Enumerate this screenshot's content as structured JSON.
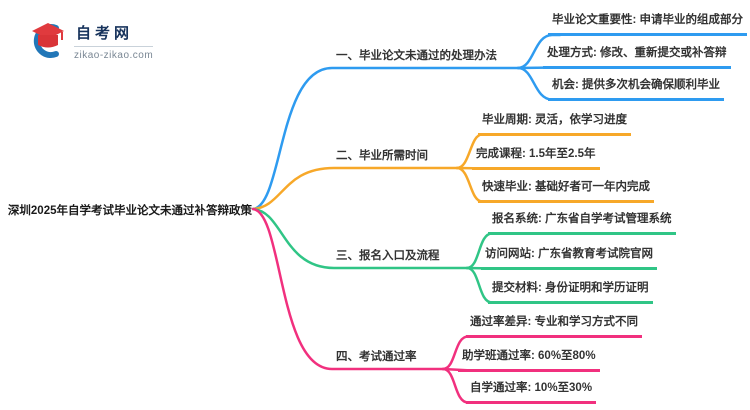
{
  "logo": {
    "title": "自考网",
    "domain": "zikao-zikao.com"
  },
  "central": {
    "title": "深圳2025年自学考试毕业论文未通过补答辩政策"
  },
  "colors": {
    "branch1_blue": "#2e9bf0",
    "branch2_orange": "#f7a829",
    "branch3_green": "#30c586",
    "branch4_pink": "#f1307e",
    "text": "#333333",
    "logo_navy": "#17335c",
    "logo_red": "#e03a3e",
    "logo_blue": "#2277b8"
  },
  "branches": [
    {
      "label": "一、毕业论文未通过的处理办法",
      "color": "#2e9bf0",
      "children": [
        "毕业论文重要性: 申请毕业的组成部分",
        "处理方式: 修改、重新提交或补答辩",
        "机会: 提供多次机会确保顺利毕业"
      ]
    },
    {
      "label": "二、毕业所需时间",
      "color": "#f7a829",
      "children": [
        "毕业周期: 灵活，依学习进度",
        "完成课程: 1.5年至2.5年",
        "快速毕业: 基础好者可一年内完成"
      ]
    },
    {
      "label": "三、报名入口及流程",
      "color": "#30c586",
      "children": [
        "报名系统: 广东省自学考试管理系统",
        "访问网站: 广东省教育考试院官网",
        "提交材料: 身份证明和学历证明"
      ]
    },
    {
      "label": "四、考试通过率",
      "color": "#f1307e",
      "children": [
        "通过率差异: 专业和学习方式不同",
        "助学班通过率: 60%至80%",
        "自学通过率: 10%至30%"
      ]
    }
  ]
}
